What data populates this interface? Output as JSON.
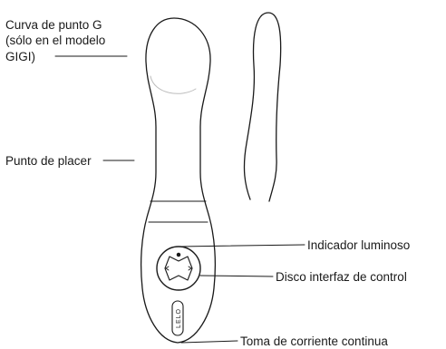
{
  "labels": {
    "gspot_line1": "Curva de punto G",
    "gspot_line2": "(sólo en el modelo",
    "gspot_line3": "GIGI)",
    "pleasure_point": "Punto de placer",
    "light_indicator": "Indicador luminoso",
    "control_disc": "Disco interfaz de control",
    "dc_socket": "Toma de corriente continua"
  },
  "brand_mark": "LELO"
}
